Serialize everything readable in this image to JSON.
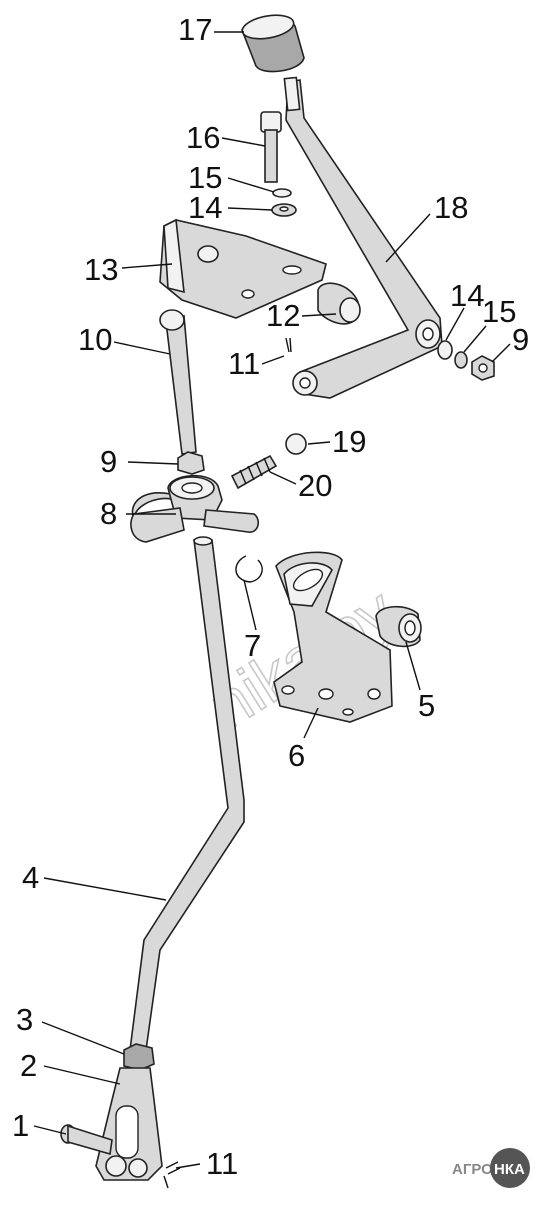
{
  "callouts": [
    {
      "id": "c17",
      "text": "17"
    },
    {
      "id": "c16",
      "text": "16"
    },
    {
      "id": "c15a",
      "text": "15"
    },
    {
      "id": "c14a",
      "text": "14"
    },
    {
      "id": "c18",
      "text": "18"
    },
    {
      "id": "c13",
      "text": "13"
    },
    {
      "id": "c14b",
      "text": "14"
    },
    {
      "id": "c15b",
      "text": "15"
    },
    {
      "id": "c9a",
      "text": "9"
    },
    {
      "id": "c12",
      "text": "12"
    },
    {
      "id": "c10",
      "text": "10"
    },
    {
      "id": "c11a",
      "text": "11"
    },
    {
      "id": "c19",
      "text": "19"
    },
    {
      "id": "c9b",
      "text": "9"
    },
    {
      "id": "c20",
      "text": "20"
    },
    {
      "id": "c8",
      "text": "8"
    },
    {
      "id": "c7",
      "text": "7"
    },
    {
      "id": "c5",
      "text": "5"
    },
    {
      "id": "c6",
      "text": "6"
    },
    {
      "id": "c4",
      "text": "4"
    },
    {
      "id": "c3",
      "text": "3"
    },
    {
      "id": "c2",
      "text": "2"
    },
    {
      "id": "c1",
      "text": "1"
    },
    {
      "id": "c11b",
      "text": "11"
    }
  ],
  "watermark": "nika.by",
  "logo": {
    "left_text": "АГРО",
    "right_text": "НКА",
    "badge_color": "#555555"
  }
}
